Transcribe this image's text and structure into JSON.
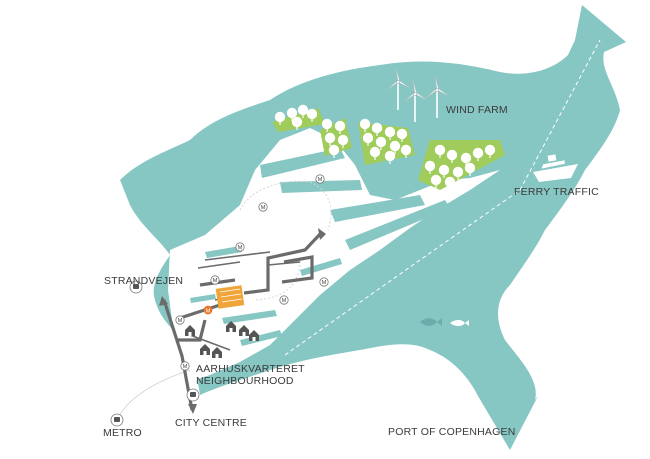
{
  "labels": {
    "wind_farm": "WIND FARM",
    "ferry_traffic": "FERRY TRAFFIC",
    "strandvejen": "STRANDVEJEN",
    "aarhuskvarteret": "AARHUSKVARTERET",
    "neighbourhood": "NEIGHBOURHOOD",
    "metro": "METRO",
    "city_centre": "CITY CENTRE",
    "port": "PORT OF COPENHAGEN",
    "metro_marker": "M",
    "city_marker": "M"
  },
  "colors": {
    "water": "#86c6c3",
    "land": "#ffffff",
    "route": "#6b6b6b",
    "trees_patch": "#9fcc5a",
    "highlight_building": "#f0a53a",
    "metro_marker": "#e8762c",
    "text": "#3a3a3a"
  },
  "icons": [
    "wind-turbine-icon",
    "ferry-ship-icon",
    "fish-icon",
    "bus-icon",
    "train-icon",
    "house-icon",
    "tree-icon",
    "metro-icon"
  ]
}
